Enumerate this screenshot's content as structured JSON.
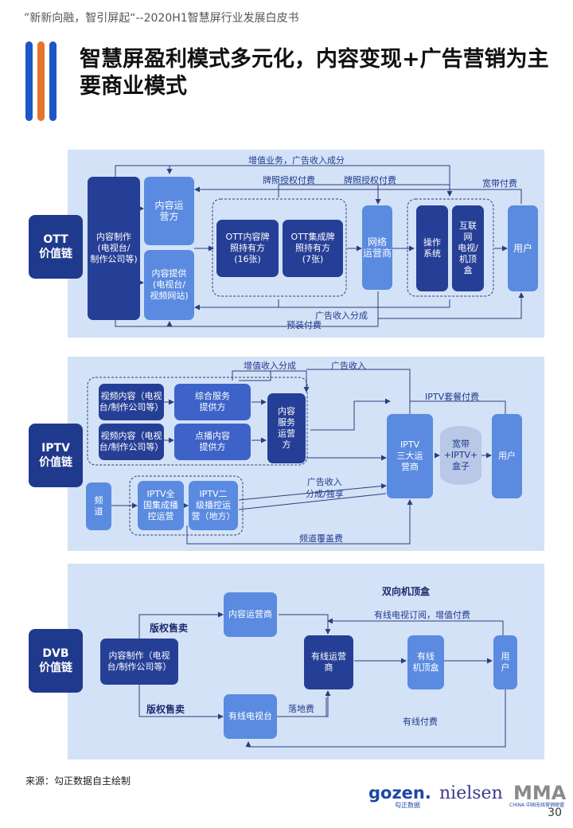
{
  "header": {
    "quote": "”新新向融，智引屏起“--2020H1智慧屏行业发展白皮书",
    "title": "智慧屏盈利模式多元化，内容变现+广告营销为主要商业模式"
  },
  "ott": {
    "chain": "OTT\n价值链",
    "content_prod": "内容制作\n(电视台/\n制作公司等)",
    "content_ops": "内容运\n营方",
    "content_provider": "内容提供\n(电视台/\n视频网站)",
    "license1": "OTT内容牌\n照持有方\n(16张)",
    "license2": "OTT集成牌\n照持有方\n(7张)",
    "network_ops": "网络\n运营商",
    "os": "操作\n系统",
    "devices": "互联\n网\n电视/\n机顶\n盒",
    "user": "用户",
    "labels": {
      "value_added": "增值业务，广告收入成分",
      "license_fee1": "牌照授权付费",
      "license_fee2": "牌照授权付费",
      "broadband": "宽带付费",
      "ad_share": "广告收入分成",
      "preinstall": "预装付费"
    }
  },
  "iptv": {
    "chain": "IPTV\n价值链",
    "video1": "视频内容（电视\n台/制作公司等）",
    "video2": "视频内容（电视\n台/制作公司等）",
    "service": "综合服务\n提供方",
    "vod": "点播内容\n提供方",
    "content_ops": "内容\n服务\n运营\n方",
    "carrier": "IPTV\n三大运\n营商",
    "broadband_box": "宽带\n+IPTV+\n盒子",
    "user": "用户",
    "channel": "频\n道",
    "national": "IPTV全\n国集成播\n控运营",
    "regional": "IPTV二\n级播控运\n营（地方）",
    "labels": {
      "value_share": "增值收入分成",
      "ad_income": "广告收入",
      "package_fee": "IPTV套餐付费",
      "ad_share": "广告收入\n分成/独享",
      "channel_fee": "频道覆盖费"
    }
  },
  "dvb": {
    "chain": "DVB\n价值链",
    "content_prod": "内容制作（电视\n台/制作公司等）",
    "content_ops": "内容运营商",
    "cable_ops": "有线运营\n商",
    "cable_stb": "有线\n机顶盒",
    "user": "用\n户",
    "cable_tv": "有线电视台",
    "labels": {
      "stb_title": "双向机顶盒",
      "copyright1": "版权售卖",
      "copyright2": "版权售卖",
      "subscription": "有线电视订阅，增值付费",
      "landing_fee": "落地费",
      "cable_fee": "有线付费"
    }
  },
  "footer": {
    "source": "来源：勾正数据自主绘制",
    "page": "30",
    "logo_gozen": "gozen.",
    "logo_gozen_sub": "勾正数据",
    "logo_nielsen": "nielsen",
    "logo_mma": "MMA",
    "logo_mma_sub": "CHINA 中国无线营销联盟"
  },
  "colors": {
    "bar1": "#1e56c8",
    "bar2": "#e4742e",
    "bar3": "#1e56c8",
    "dark": "#263f96",
    "panel": "#d4e2f7"
  }
}
